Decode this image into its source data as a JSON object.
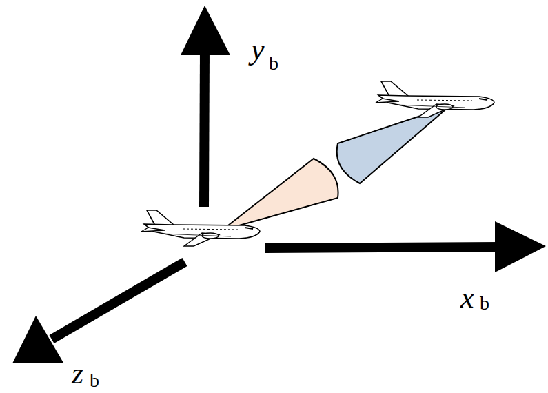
{
  "diagram": {
    "labels": [
      "y",
      "b",
      "x",
      "b",
      "z",
      "b"
    ]
  }
}
